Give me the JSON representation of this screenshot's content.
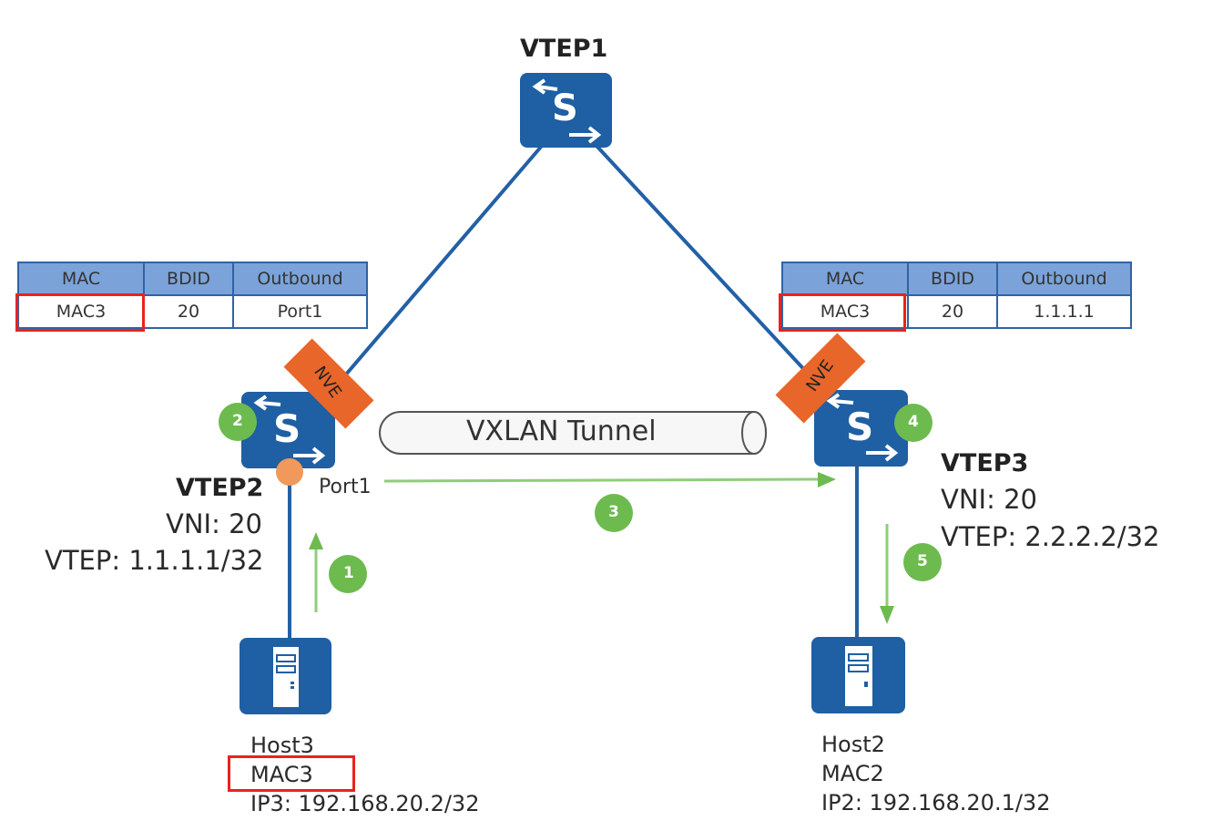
{
  "colors": {
    "switch_blue": "#1f5fa3",
    "link_blue": "#2360a5",
    "nve_orange": "#e8662a",
    "step_green": "#6dbb4f",
    "flow_green": "#8fcd7a",
    "port_orange": "#f0995a",
    "highlight_red": "#e8231d",
    "table_header": "#7ba3d9"
  },
  "nodes": {
    "vtep1": {
      "title": "VTEP1",
      "icon": "switch-icon",
      "glyph": "S"
    },
    "vtep2": {
      "title": "VTEP2",
      "icon": "switch-icon",
      "glyph": "S",
      "vni": "VNI: 20",
      "vtep_ip": "VTEP: 1.1.1.1/32",
      "nve_label": "NVE",
      "port_label": "Port1"
    },
    "vtep3": {
      "title": "VTEP3",
      "icon": "switch-icon",
      "glyph": "S",
      "vni": "VNI: 20",
      "vtep_ip": "VTEP: 2.2.2.2/32",
      "nve_label": "NVE"
    },
    "host3": {
      "icon": "server-icon",
      "name": "Host3",
      "mac": "MAC3",
      "ip": "IP3: 192.168.20.2/32"
    },
    "host2": {
      "icon": "server-icon",
      "name": "Host2",
      "mac": "MAC2",
      "ip": "IP2: 192.168.20.1/32"
    }
  },
  "tunnel": {
    "label": "VXLAN Tunnel"
  },
  "mac_tables": {
    "left": {
      "headers": [
        "MAC",
        "BDID",
        "Outbound"
      ],
      "rows": [
        [
          "MAC3",
          "20",
          "Port1"
        ]
      ]
    },
    "right": {
      "headers": [
        "MAC",
        "BDID",
        "Outbound"
      ],
      "rows": [
        [
          "MAC3",
          "20",
          "1.1.1.1"
        ]
      ]
    }
  },
  "steps": [
    "1",
    "2",
    "3",
    "4",
    "5"
  ]
}
